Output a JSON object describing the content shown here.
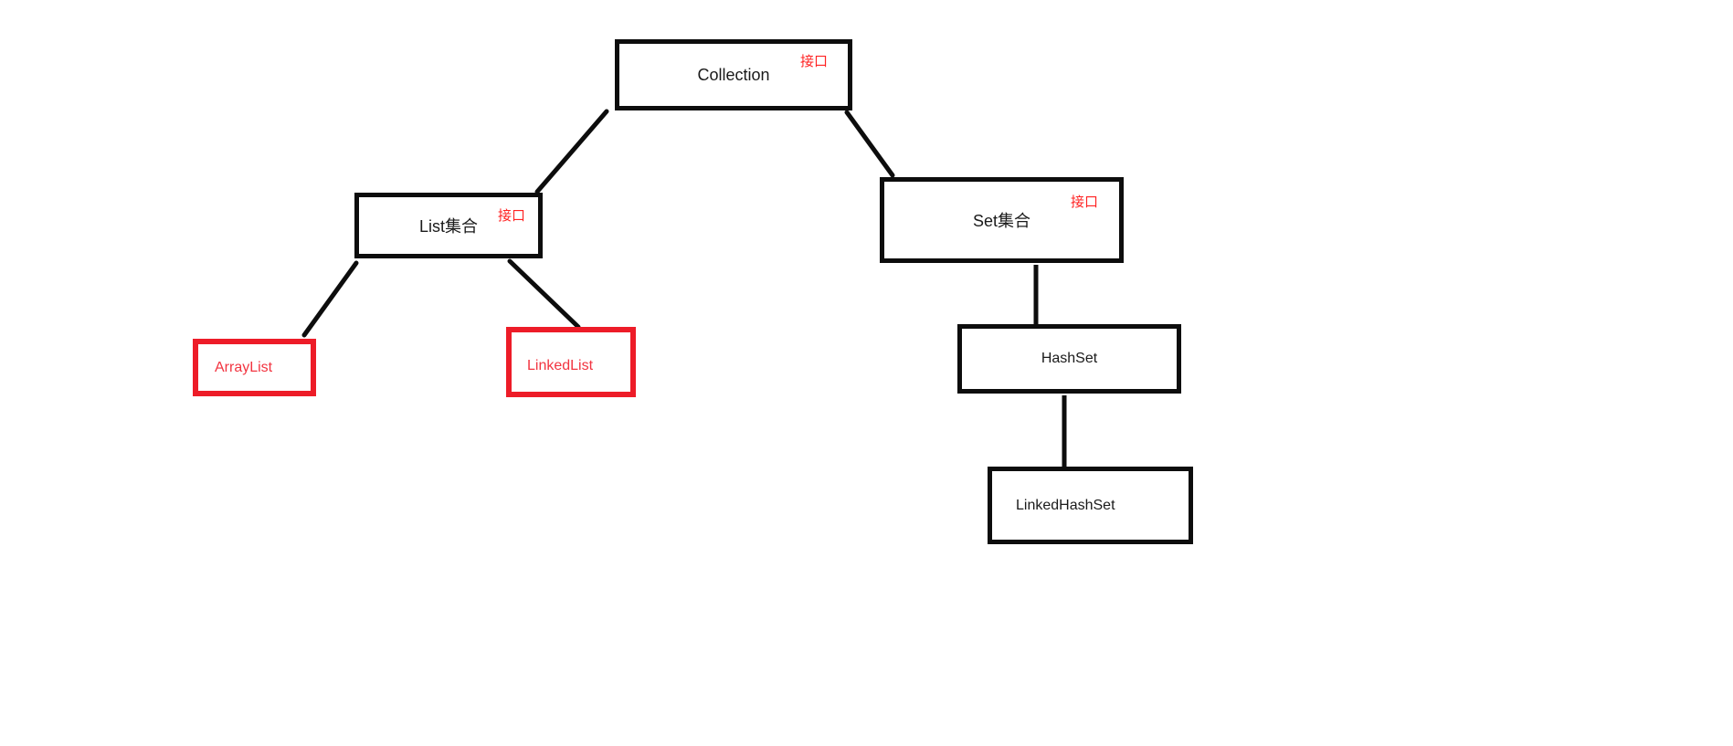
{
  "diagram": {
    "title_semantic": "Java Collection hierarchy",
    "interface_badge": "接口",
    "nodes": [
      {
        "id": "collection",
        "label": "Collection",
        "badge": "接口",
        "style": "black-interface"
      },
      {
        "id": "list",
        "label": "List集合",
        "badge": "接口",
        "style": "black-interface"
      },
      {
        "id": "set",
        "label": "Set集合",
        "badge": "接口",
        "style": "black-interface"
      },
      {
        "id": "arraylist",
        "label": "ArrayList",
        "badge": "",
        "style": "red-implementation"
      },
      {
        "id": "linkedlist",
        "label": "LinkedList",
        "badge": "",
        "style": "red-implementation"
      },
      {
        "id": "hashset",
        "label": "HashSet",
        "badge": "",
        "style": "black-implementation"
      },
      {
        "id": "linkedhashset",
        "label": "LinkedHashSet",
        "badge": "",
        "style": "black-implementation"
      }
    ],
    "edges": [
      {
        "from": "collection",
        "to": "list"
      },
      {
        "from": "collection",
        "to": "set"
      },
      {
        "from": "list",
        "to": "arraylist"
      },
      {
        "from": "list",
        "to": "linkedlist"
      },
      {
        "from": "set",
        "to": "hashset"
      },
      {
        "from": "hashset",
        "to": "linkedhashset"
      }
    ],
    "colors": {
      "line_black": "#0d0d0d",
      "red_box_border": "#ed1c28",
      "red_text": "#f23440",
      "badge_red": "#ff2222",
      "background": "#ffffff"
    }
  }
}
